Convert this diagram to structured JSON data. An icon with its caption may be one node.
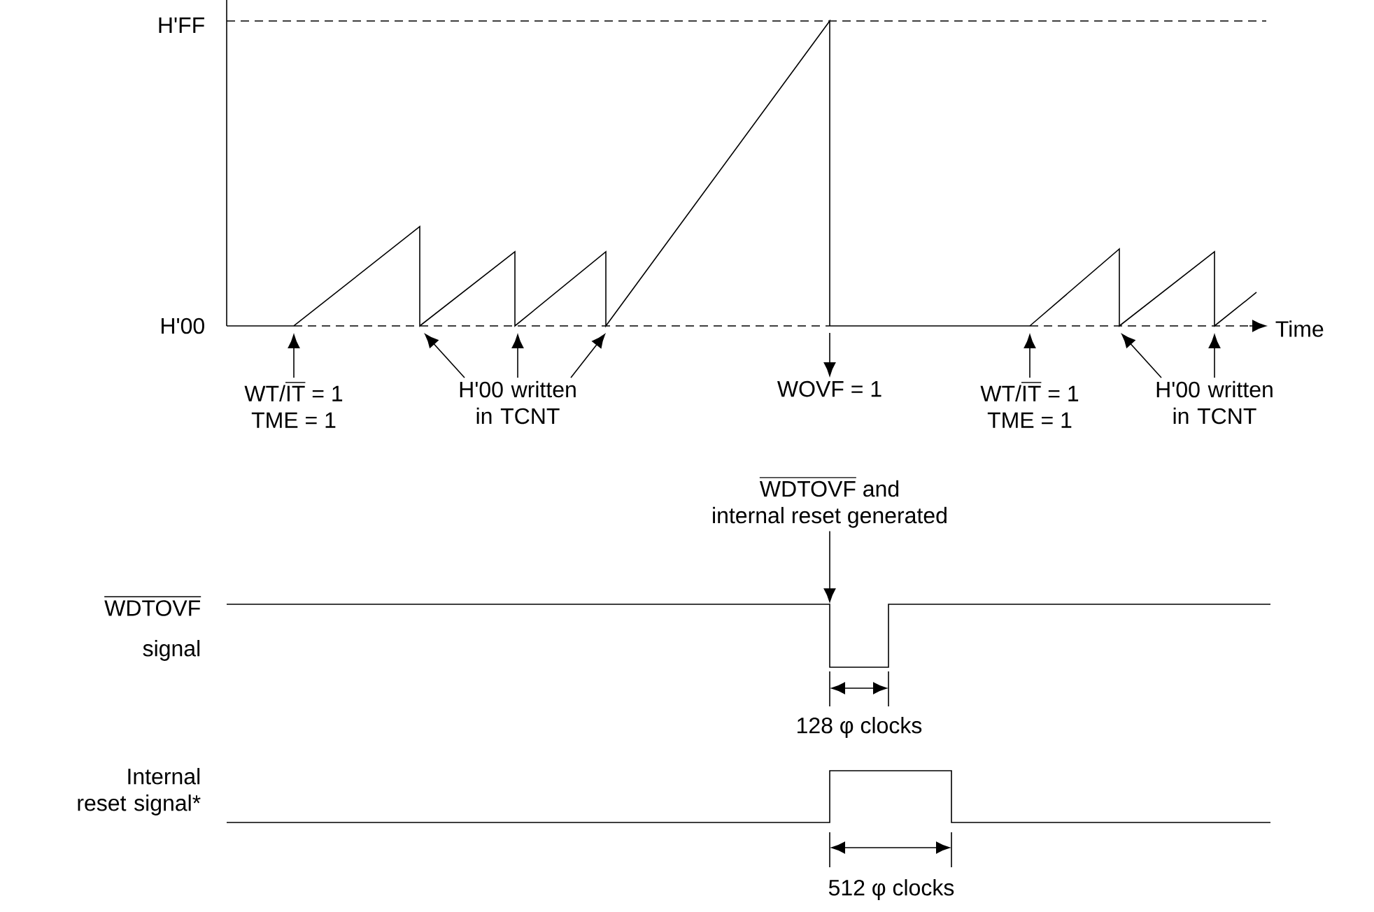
{
  "diagram": {
    "nodes": [
      {
        "text": [
          "\\text{WT/}\\overline{\\text{IT}}\\text{ = 1}",
          "TME = 1"
        ]
      },
      {
        "text": [
          "H'00 written in TCNT"
        ]
      },
      {
        "text": [
          "WOVF = 1"
        ]
      },
      {
        "text": [
          "\\text{WT/}\\overline{\\text{IT}}\\text{ = 1}",
          "TME = 1"
        ]
      },
      {
        "text": [
          "H'00 written in TCNT"
        ]
      },
      {
        "text": [
          "\\overline{\\text{WDTOVF}}\\text{ and}",
          "internal reset generated"
        ]
      },
      {
        "text": [],
        "shape": "waveform"
      }
    ],
    "edges": [
      {
        "from": 0,
        "to": null,
        "arrow": "to"
      },
      {
        "from": 1,
        "to": null,
        "arrow": "to"
      },
      {
        "from": 1,
        "to": null,
        "arrow": "to"
      },
      {
        "from": 1,
        "to": null,
        "arrow": "to"
      },
      {
        "from": null,
        "to": 2,
        "arrow": "to"
      },
      {
        "from": 3,
        "to": null,
        "arrow": "to"
      },
      {
        "from": 4,
        "to": null,
        "arrow": "to"
      },
      {
        "from": 4,
        "to": null,
        "arrow": "to"
      },
      {
        "from": 5,
        "to": 6,
        "arrow": "to"
      }
    ],
    "labels": [
      "H'FF",
      "H'00",
      "Time",
      "\\overline{\\text{WDTOVF}}",
      "signal",
      "128 φ clocks",
      "Internal reset signal*",
      "512 φ clocks"
    ]
  }
}
